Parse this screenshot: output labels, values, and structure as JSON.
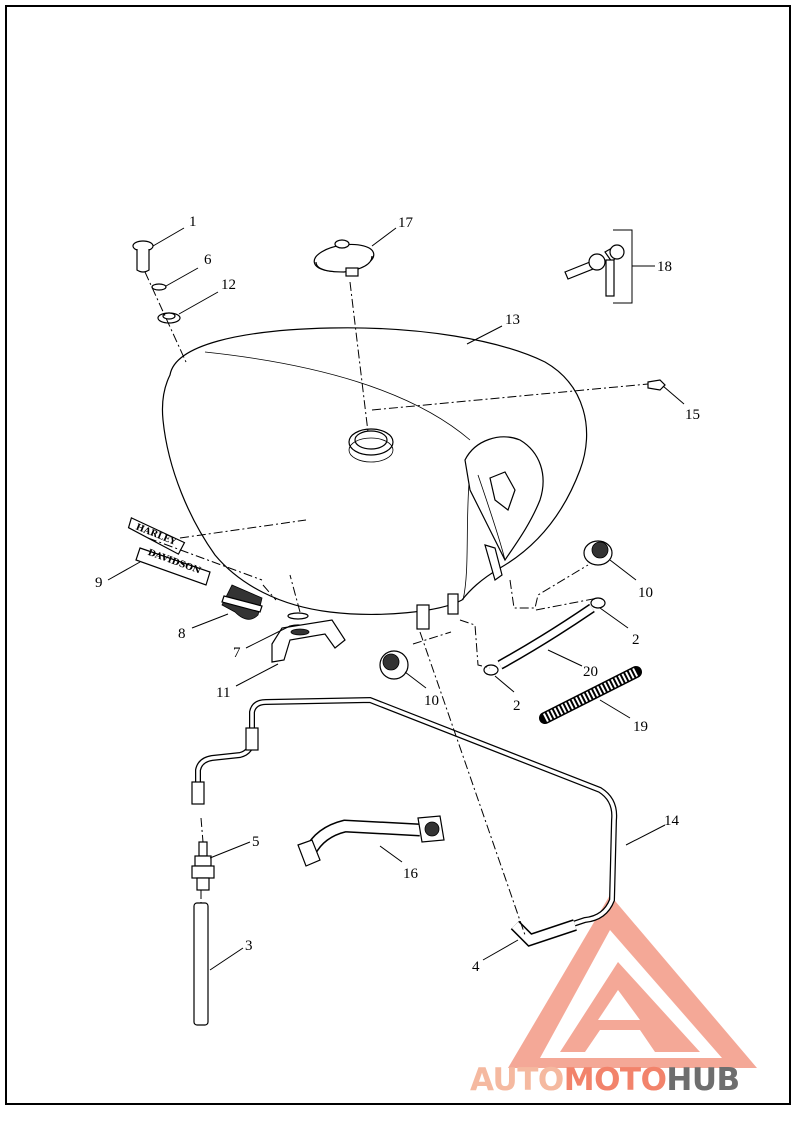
{
  "callouts": [
    {
      "id": "1",
      "label": "1"
    },
    {
      "id": "2a",
      "label": "2"
    },
    {
      "id": "2b",
      "label": "2"
    },
    {
      "id": "3",
      "label": "3"
    },
    {
      "id": "4",
      "label": "4"
    },
    {
      "id": "5",
      "label": "5"
    },
    {
      "id": "6",
      "label": "6"
    },
    {
      "id": "7",
      "label": "7"
    },
    {
      "id": "8",
      "label": "8"
    },
    {
      "id": "9",
      "label": "9"
    },
    {
      "id": "10a",
      "label": "10"
    },
    {
      "id": "10b",
      "label": "10"
    },
    {
      "id": "11",
      "label": "11"
    },
    {
      "id": "12",
      "label": "12"
    },
    {
      "id": "13",
      "label": "13"
    },
    {
      "id": "14",
      "label": "14"
    },
    {
      "id": "15",
      "label": "15"
    },
    {
      "id": "16",
      "label": "16"
    },
    {
      "id": "17",
      "label": "17"
    },
    {
      "id": "18",
      "label": "18"
    },
    {
      "id": "19",
      "label": "19"
    },
    {
      "id": "20",
      "label": "20"
    }
  ],
  "emblems": {
    "nameplate_top": "HARLEY",
    "nameplate_bottom": "DAVIDSON"
  },
  "watermark": {
    "part1": "AUTO",
    "part2": "MOTO",
    "part3": "HUB",
    "colors": {
      "light": "#f5b9a0",
      "accent": "#f2836b",
      "gray": "#6e6e6e"
    }
  }
}
